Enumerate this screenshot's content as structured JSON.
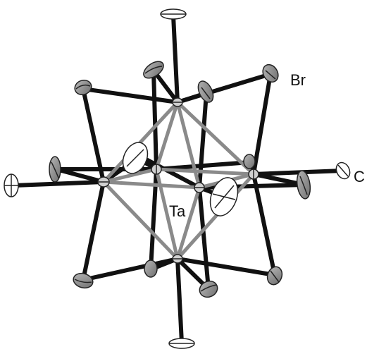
{
  "labels": {
    "bromine": "Br",
    "carbon": "C",
    "tantalum": "Ta"
  },
  "colors": {
    "bond_dark": "#111111",
    "bond_ta": "#8a8a8a",
    "ellipsoid_fill": "#9a9a9a",
    "ellipsoid_light": "#ffffff",
    "outline": "#222222"
  }
}
